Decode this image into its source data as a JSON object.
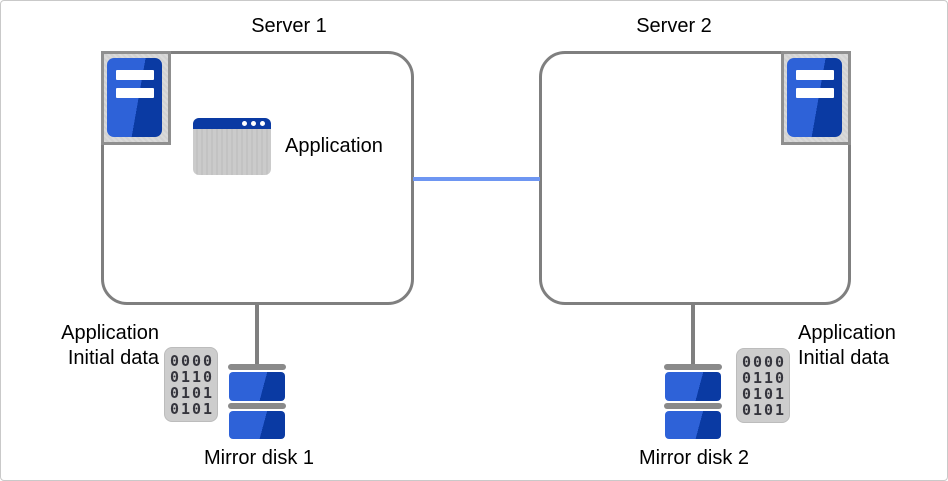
{
  "server1": {
    "label": "Server 1",
    "app_label": "Application",
    "disk_label": "Mirror disk 1",
    "data_label_line1": "Application",
    "data_label_line2": "Initial data"
  },
  "server2": {
    "label": "Server 2",
    "disk_label": "Mirror disk 2",
    "data_label_line1": "Application",
    "data_label_line2": "Initial data"
  },
  "binary_rows": [
    "0000",
    "0110",
    "0101",
    "0101"
  ],
  "colors": {
    "box_border": "#7f7f7f",
    "link_blue": "#6e96f2",
    "icon_dark_blue": "#0a3aa3",
    "icon_light_blue": "#2e62d8",
    "disk_cap_gray": "#8a8a8a",
    "data_icon_gray": "#cdcdcd"
  }
}
